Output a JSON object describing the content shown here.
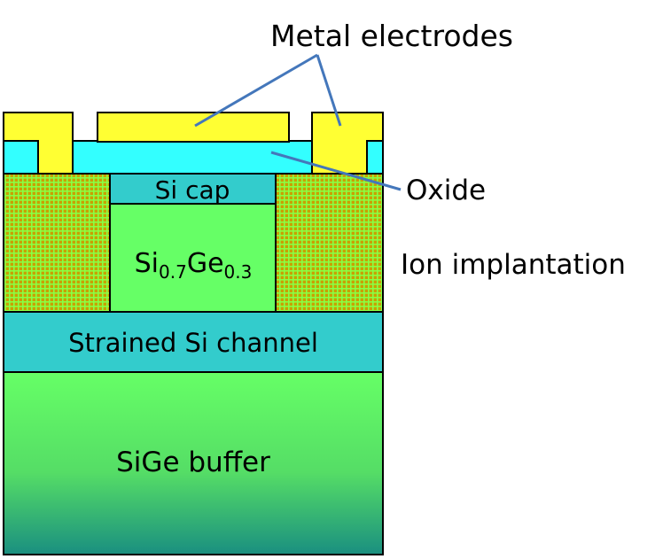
{
  "labels": {
    "metal_electrodes": "Metal electrodes",
    "oxide": "Oxide",
    "ion_implantation": "Ion implantation",
    "si_cap": "Si cap",
    "sige_layer": {
      "base1": "Si",
      "sub1": "0.7",
      "base2": "Ge",
      "sub2": "0.3"
    },
    "strained_si_channel": "Strained Si channel",
    "sige_buffer": "SiGe buffer"
  },
  "colors": {
    "electrode": "#ffff33",
    "oxide": "#33ffff",
    "si_cap": "#33cccc",
    "sige_layer": "#66ff66",
    "strained_si": "#33cccc",
    "buffer_top": "#66ff66",
    "buffer_bottom": "#1a8f80",
    "implant_base": "#c8a000",
    "implant_grid": "#88ff44",
    "pointer_line": "#4477bb"
  }
}
